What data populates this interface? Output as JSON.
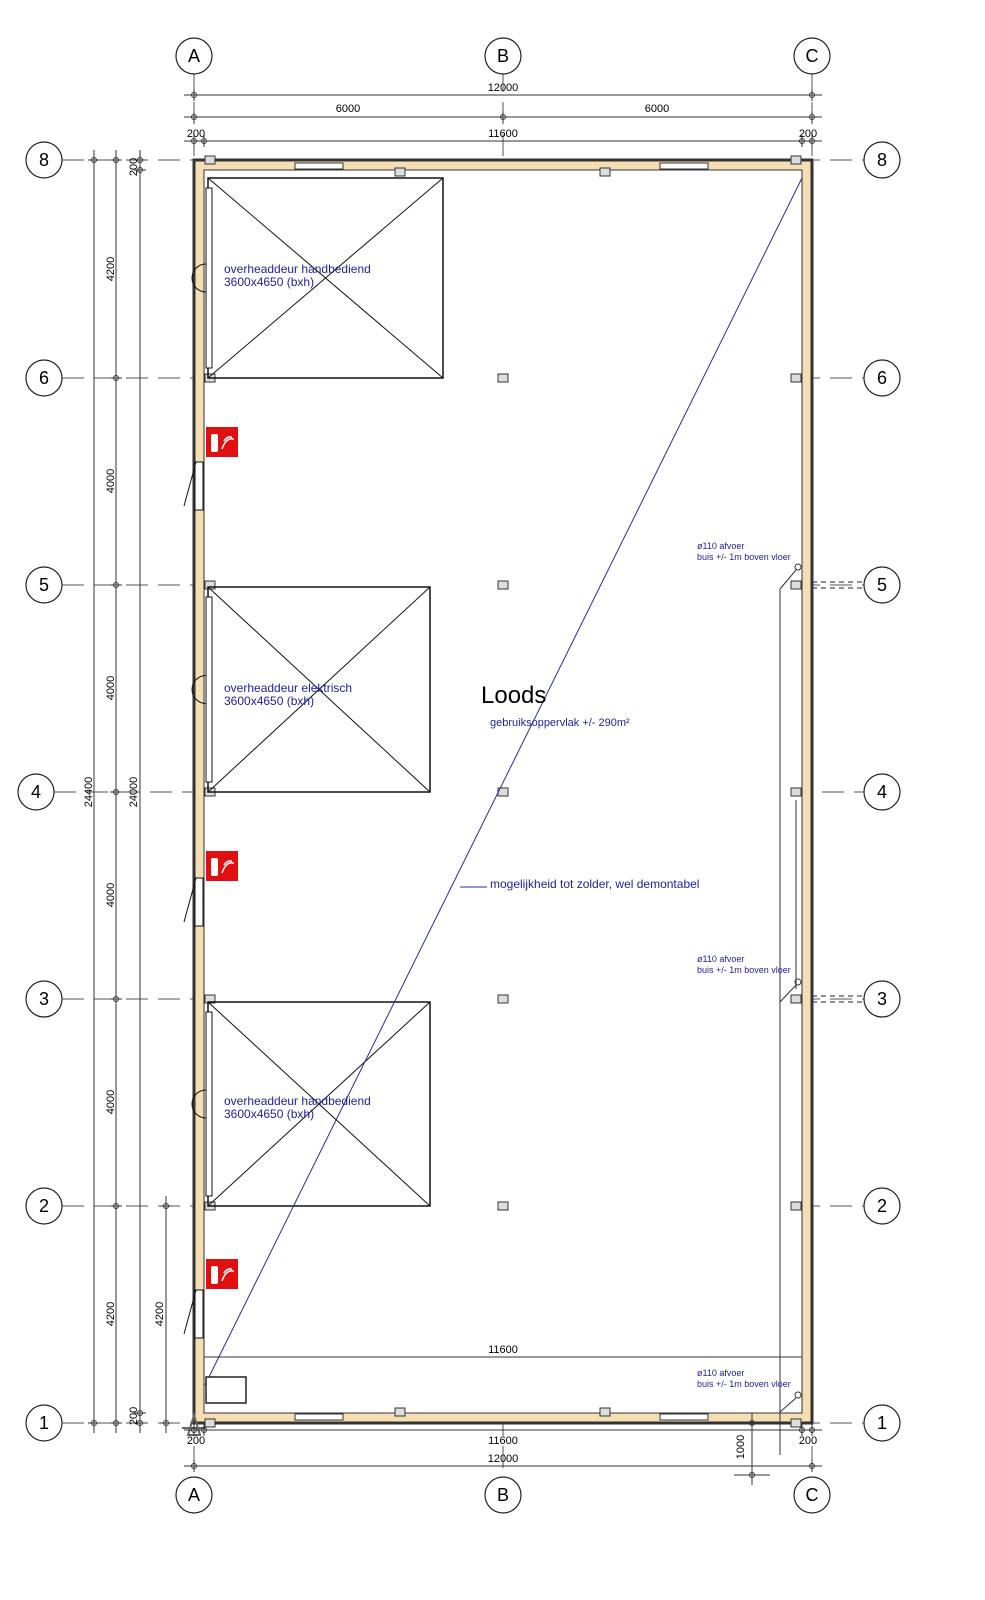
{
  "grid_columns": [
    "A",
    "B",
    "C"
  ],
  "grid_rows": [
    "8",
    "6",
    "5",
    "4",
    "3",
    "2",
    "1"
  ],
  "dimensions": {
    "top_total": "12000",
    "top_bay_left": "6000",
    "top_bay_right": "6000",
    "top_wall_left": "200",
    "top_inner": "11600",
    "top_wall_right": "200",
    "bottom_wall_left": "200",
    "bottom_inner": "11600",
    "bottom_wall_right": "200",
    "bottom_total": "12000",
    "inner_bottom": "11600",
    "bottom_offset": "1000",
    "left_total": "24400",
    "left_inner": "24000",
    "left_top_wall": "200",
    "left_bottom_wall": "200",
    "bay_8_6": "4200",
    "bay_6_5": "4000",
    "bay_5_4": "4000",
    "bay_4_3": "4000",
    "bay_3_2": "4000",
    "bay_2_1": "4200",
    "extra_2_1": "4200"
  },
  "doors": [
    {
      "line1": "overheaddeur handbediend",
      "line2": "3600x4650 (bxh)"
    },
    {
      "line1": "overheaddeur elektrisch",
      "line2": "3600x4650 (bxh)"
    },
    {
      "line1": "overheaddeur handbediend",
      "line2": "3600x4650 (bxh)"
    }
  ],
  "room": {
    "name": "Loods",
    "area": "gebruiksoppervlak +/- 290m²",
    "attic_note": "mogelijkheid tot zolder, wel demontabel"
  },
  "drains": [
    {
      "line1": "ø110 afvoer",
      "line2": "buis +/- 1m boven vloer"
    },
    {
      "line1": "ø110 afvoer",
      "line2": "buis +/- 1m boven vloer"
    },
    {
      "line1": "ø110 afvoer",
      "line2": "buis +/- 1m boven vloer"
    }
  ],
  "colors": {
    "wall_fill": "#f5deb3",
    "wall_edge": "#333333",
    "annotation_blue": "#1f1f9e",
    "extinguisher_red": "#e01010"
  },
  "icons": [
    "fire-extinguisher-icon",
    "fire-extinguisher-icon",
    "fire-extinguisher-icon",
    "survey-point-icon"
  ]
}
